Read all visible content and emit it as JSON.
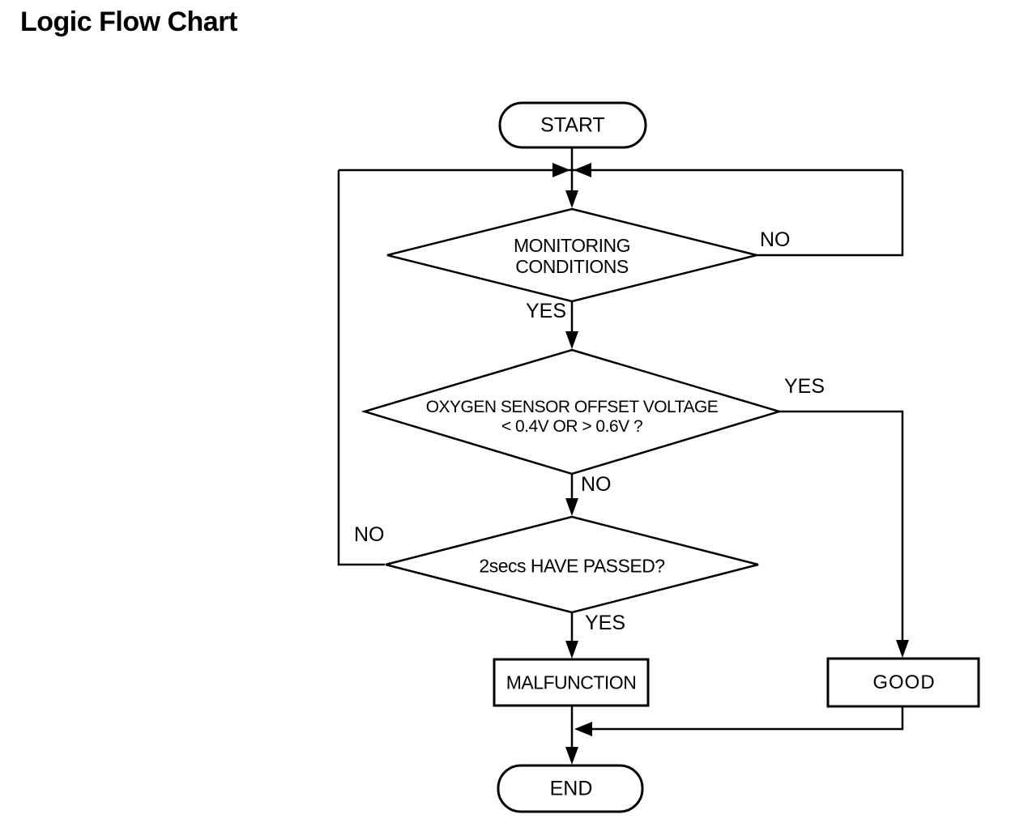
{
  "title": "Logic Flow Chart",
  "nodes": {
    "start": {
      "label": "START",
      "shape": "terminator"
    },
    "monitoring": {
      "line1": "MONITORING",
      "line2": "CONDITIONS",
      "shape": "decision"
    },
    "oxygen": {
      "line1": "OXYGEN SENSOR OFFSET VOLTAGE",
      "line2": "< 0.4V OR > 0.6V ?",
      "shape": "decision"
    },
    "twosecs": {
      "label": "2secs HAVE PASSED?",
      "shape": "decision"
    },
    "malfunction": {
      "label": "MALFUNCTION",
      "shape": "process"
    },
    "good": {
      "label": "GOOD",
      "shape": "process"
    },
    "end": {
      "label": "END",
      "shape": "terminator"
    }
  },
  "edge_labels": {
    "monitoring_no": "NO",
    "monitoring_yes": "YES",
    "oxygen_yes": "YES",
    "oxygen_no": "NO",
    "twosecs_no": "NO",
    "twosecs_yes": "YES"
  },
  "colors": {
    "ink": "#000000",
    "paper": "#ffffff"
  }
}
